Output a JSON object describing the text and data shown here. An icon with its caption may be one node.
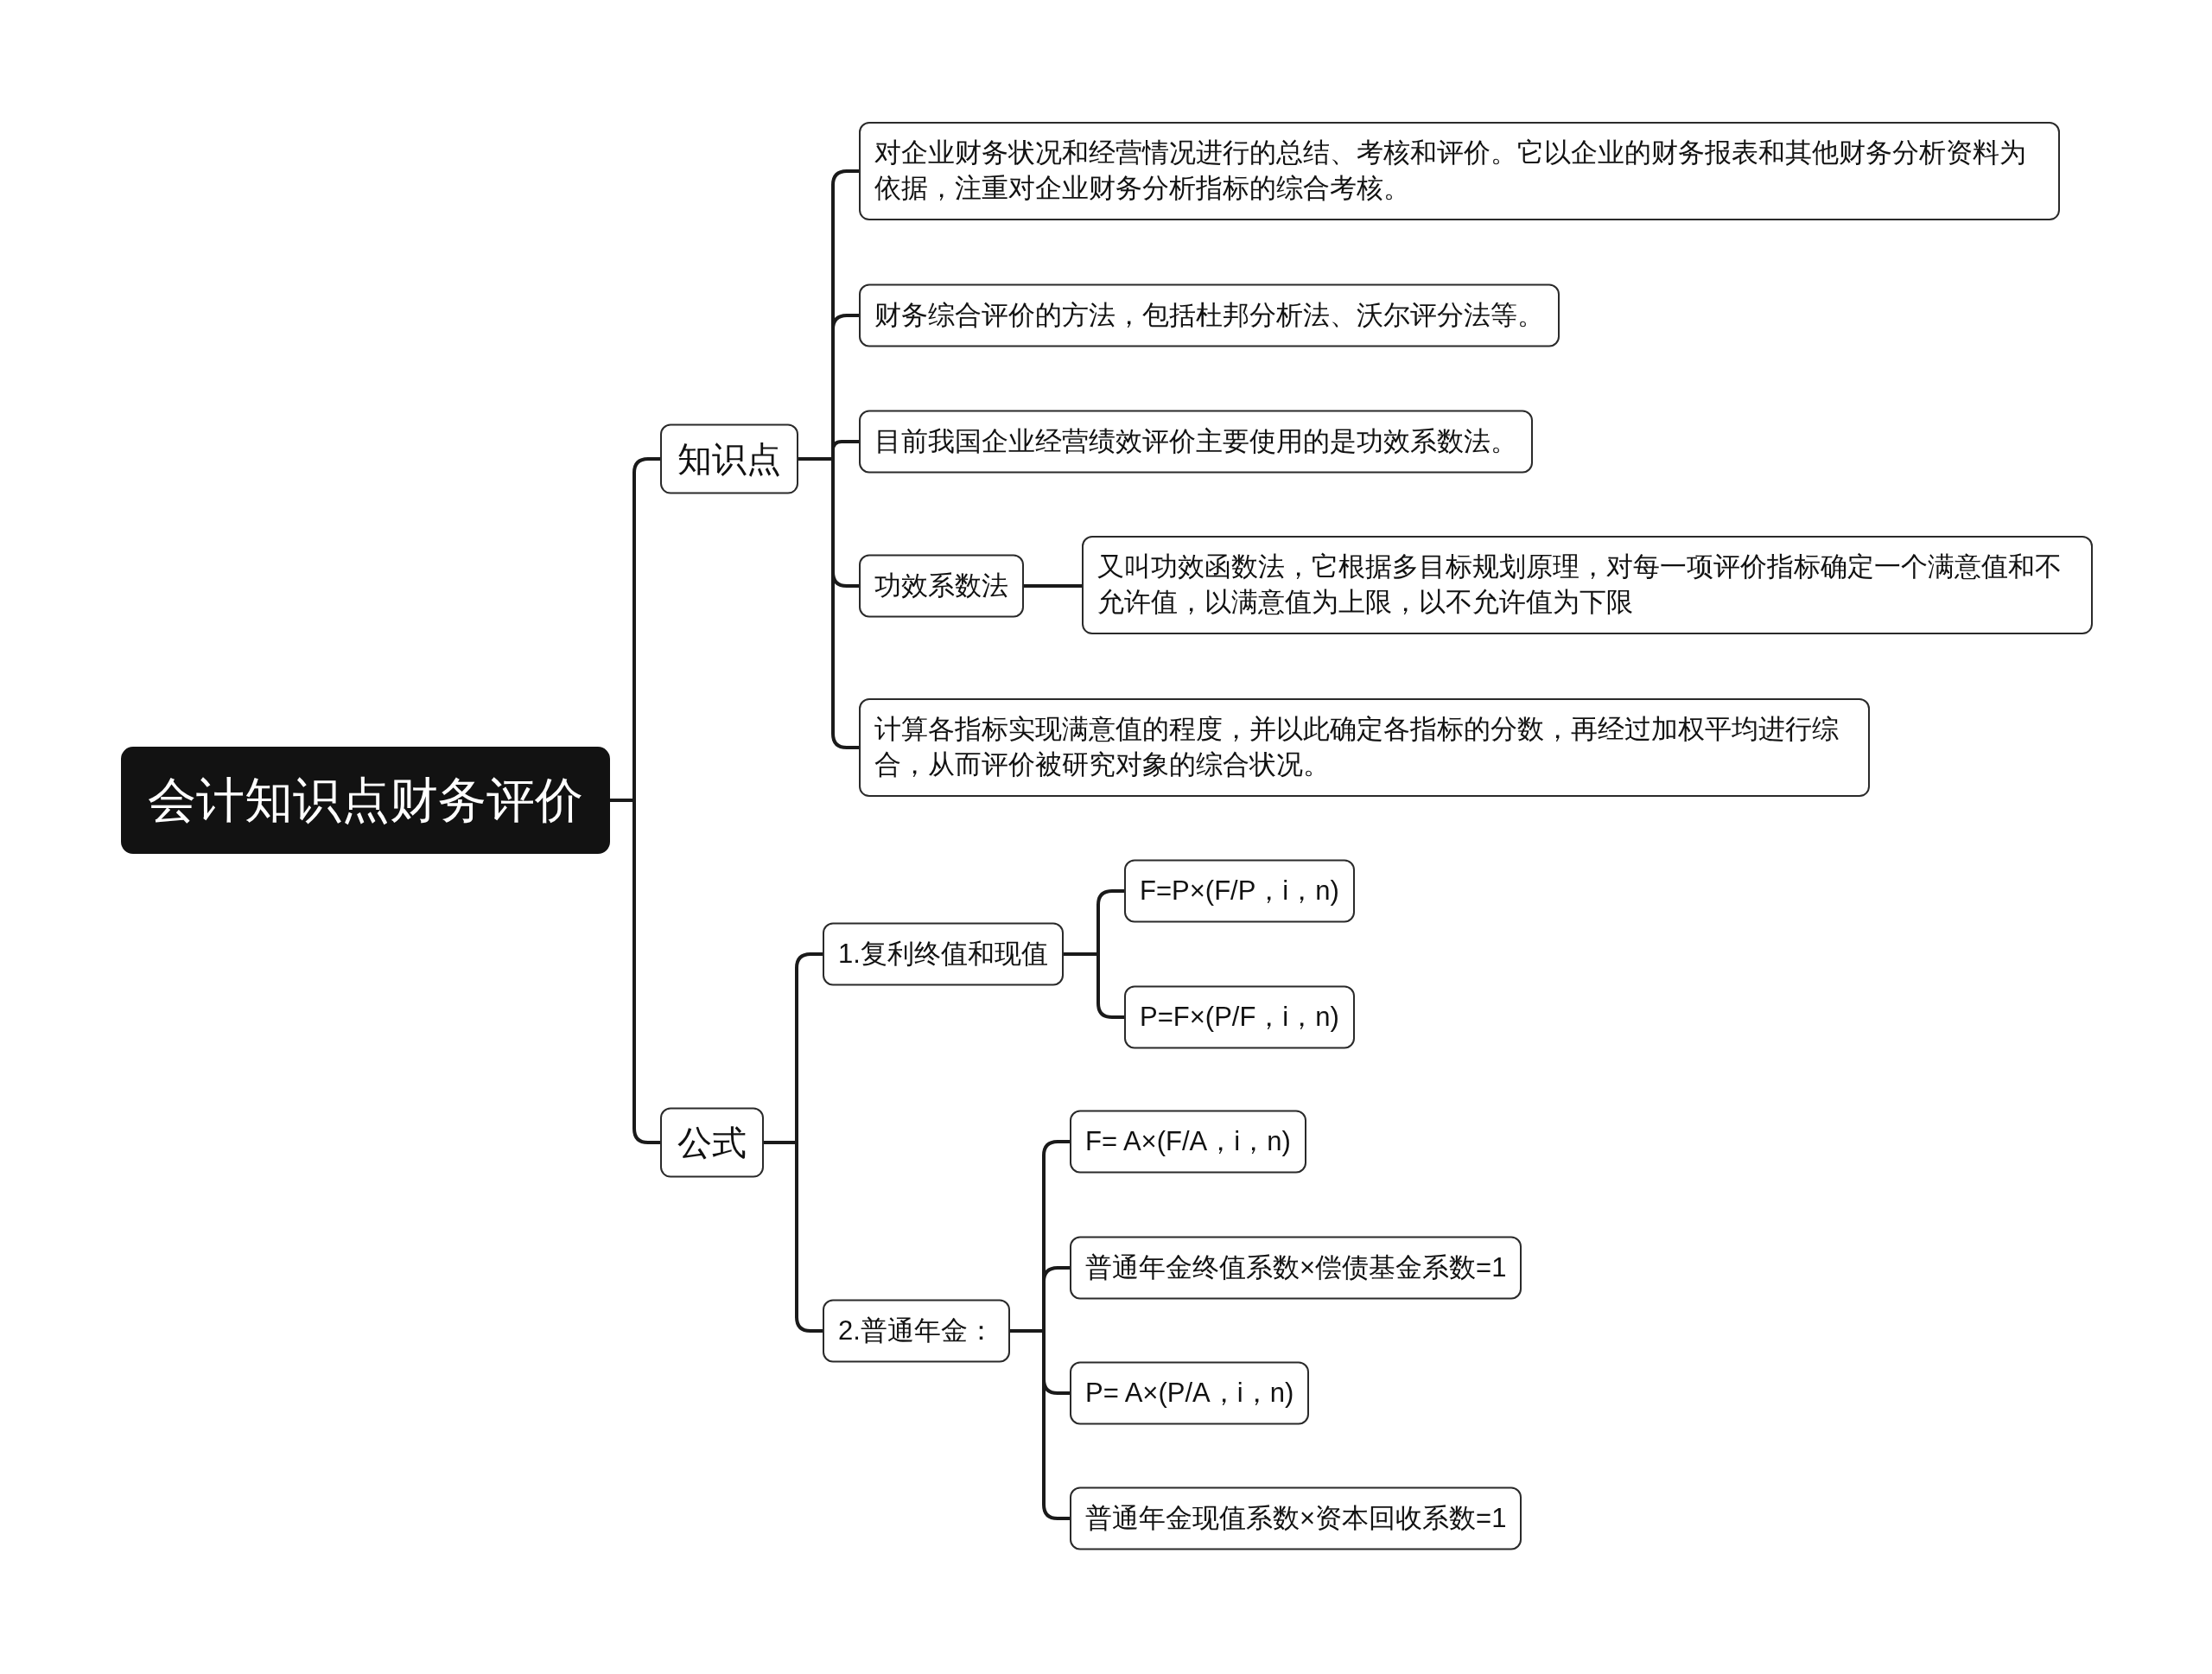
{
  "diagram": {
    "nodes": [
      {
        "text": [
          "会计知识点财务评价"
        ]
      },
      {
        "text": [
          "知识点"
        ]
      },
      {
        "text": [
          "对企业财务状况和经营情况进行的总结、考核和评价。它以企业的财务报表和其他财务分析资料为依据，注重对企业财务分析指标的综合考核。"
        ]
      },
      {
        "text": [
          "财务综合评价的方法，包括杜邦分析法、沃尔评分法等。"
        ]
      },
      {
        "text": [
          "目前我国企业经营绩效评价主要使用的是功效系数法。"
        ]
      },
      {
        "text": [
          "功效系数法"
        ]
      },
      {
        "text": [
          "又叫功效函数法，它根据多目标规划原理，对每一项评价指标确定一个满意值和不允许值，以满意值为上限，以不允许值为下限"
        ]
      },
      {
        "text": [
          "计算各指标实现满意值的程度，并以此确定各指标的分数，再经过加权平均进行综合，从而评价被研究对象的综合状况。"
        ]
      },
      {
        "text": [
          "公式"
        ]
      },
      {
        "text": [
          "1.复利终值和现值"
        ]
      },
      {
        "text": [
          "F=P×(F/P，i，n)"
        ]
      },
      {
        "text": [
          "P=F×(P/F，i，n)"
        ]
      },
      {
        "text": [
          "2.普通年金："
        ]
      },
      {
        "text": [
          "F= A×(F/A，i，n)"
        ]
      },
      {
        "text": [
          "普通年金终值系数×偿债基金系数=1"
        ]
      },
      {
        "text": [
          "P= A×(P/A，i，n)"
        ]
      },
      {
        "text": [
          "普通年金现值系数×资本回收系数=1"
        ]
      }
    ],
    "edges": [
      {
        "from": 0,
        "to": 1,
        "arrow": "none"
      },
      {
        "from": 1,
        "to": 2,
        "arrow": "none"
      },
      {
        "from": 1,
        "to": 3,
        "arrow": "none"
      },
      {
        "from": 1,
        "to": 4,
        "arrow": "none"
      },
      {
        "from": 1,
        "to": 5,
        "arrow": "none"
      },
      {
        "from": 5,
        "to": 6,
        "arrow": "none"
      },
      {
        "from": 1,
        "to": 7,
        "arrow": "none"
      },
      {
        "from": 0,
        "to": 8,
        "arrow": "none"
      },
      {
        "from": 8,
        "to": 9,
        "arrow": "none"
      },
      {
        "from": 9,
        "to": 10,
        "arrow": "none"
      },
      {
        "from": 9,
        "to": 11,
        "arrow": "none"
      },
      {
        "from": 8,
        "to": 12,
        "arrow": "none"
      },
      {
        "from": 12,
        "to": 13,
        "arrow": "none"
      },
      {
        "from": 12,
        "to": 14,
        "arrow": "none"
      },
      {
        "from": 12,
        "to": 15,
        "arrow": "none"
      },
      {
        "from": 12,
        "to": 16,
        "arrow": "none"
      }
    ]
  }
}
